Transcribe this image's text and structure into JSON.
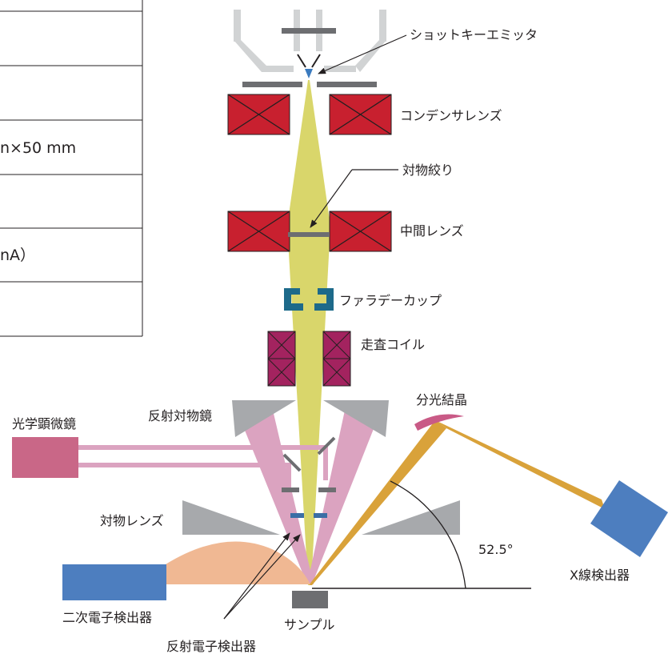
{
  "spec_table": {
    "rows": [
      "",
      "",
      "",
      "n×50 mm",
      "",
      "nA）",
      ""
    ]
  },
  "labels": {
    "schottky_emitter": "ショットキーエミッタ",
    "condenser_lens": "コンデンサレンズ",
    "objective_aperture": "対物絞り",
    "intermediate_lens": "中間レンズ",
    "faraday_cup": "ファラデーカップ",
    "scan_coil": "走査コイル",
    "reflective_objective": "反射対物鏡",
    "optical_microscope": "光学顕微鏡",
    "analyzing_crystal": "分光結晶",
    "objective_lens": "対物レンズ",
    "angle": "52.5°",
    "xray_detector": "X線検出器",
    "secondary_electron_detector": "二次電子検出器",
    "sample": "サンプル",
    "backscatter_detector": "反射電子検出器"
  },
  "colors": {
    "beam": "#d9d66b",
    "lens": "#c8202f",
    "scan_coil": "#a3235f",
    "faraday_cup": "#1d6a8a",
    "optical_path": "#dba3c0",
    "optical_microscope": "#c96787",
    "gray_part": "#a7a9ac",
    "dark_part": "#6d6e71",
    "xray_path": "#d9a23a",
    "crystal": "#c95a86",
    "detector": "#4d7ebf",
    "interaction_volume": "#f0b893",
    "emitter_tip": "#3b7bbf"
  }
}
